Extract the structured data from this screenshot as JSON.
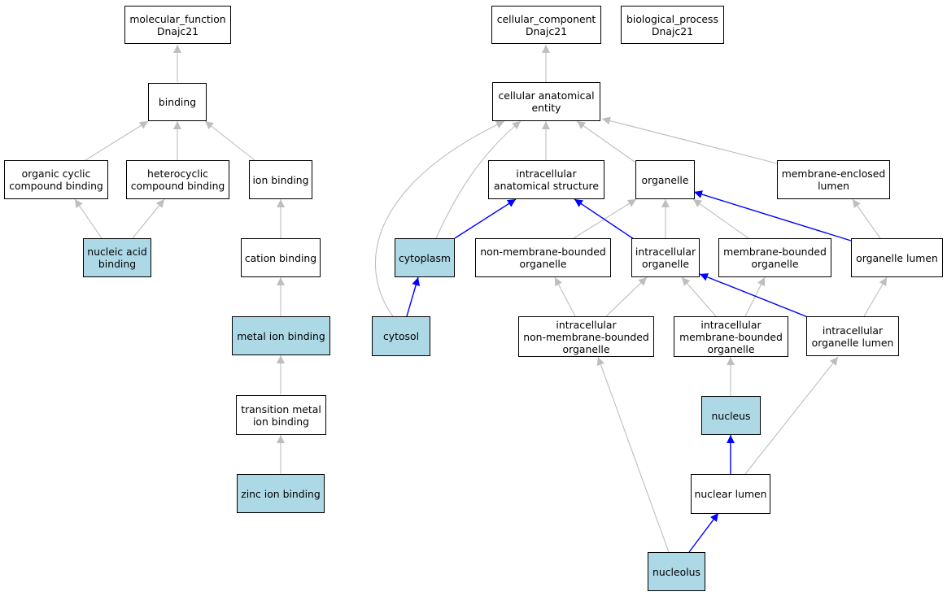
{
  "colors": {
    "highlight_fill": "#add8e6",
    "gray_edge": "#bebebe",
    "blue_edge": "#0000ff",
    "border": "#000000"
  },
  "nodes": {
    "mf": "molecular_function\nDnajc21",
    "binding": "binding",
    "organic_cyclic": "organic cyclic\ncompound binding",
    "heterocyclic": "heterocyclic\ncompound binding",
    "ion_binding": "ion binding",
    "nucleic_acid": "nucleic acid\nbinding",
    "cation": "cation binding",
    "metal_ion": "metal ion binding",
    "transition_metal": "transition metal\nion binding",
    "zinc_ion": "zinc ion binding",
    "cc": "cellular_component\nDnajc21",
    "bp": "biological_process\nDnajc21",
    "cae": "cellular anatomical\nentity",
    "ias": "intracellular\nanatomical structure",
    "organelle": "organelle",
    "mel": "membrane-enclosed\nlumen",
    "cytoplasm": "cytoplasm",
    "nmbo": "non-membrane-bounded\norganelle",
    "io": "intracellular\norganelle",
    "mbo": "membrane-bounded\norganelle",
    "ol": "organelle lumen",
    "cytosol": "cytosol",
    "inmbo": "intracellular\nnon-membrane-bounded\norganelle",
    "imbo": "intracellular\nmembrane-bounded\norganelle",
    "iol": "intracellular\norganelle lumen",
    "nucleus": "nucleus",
    "nl": "nuclear lumen",
    "nucleolus": "nucleolus"
  }
}
